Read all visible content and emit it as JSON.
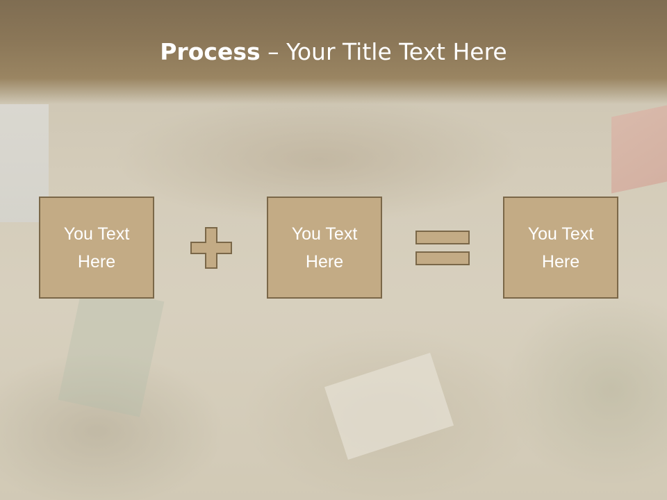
{
  "slide": {
    "title_bold": "Process",
    "title_rest": " – Your Title Text Here"
  },
  "process": {
    "boxes": [
      {
        "text": "You Text\nHere"
      },
      {
        "text": "You Text\nHere"
      },
      {
        "text": "You Text\nHere"
      }
    ],
    "operators": [
      "plus-icon",
      "equals-icon"
    ]
  },
  "colors": {
    "header": "#8b7758",
    "box_fill": "#c3ab85",
    "box_border": "#7a6748",
    "text": "#ffffff"
  }
}
